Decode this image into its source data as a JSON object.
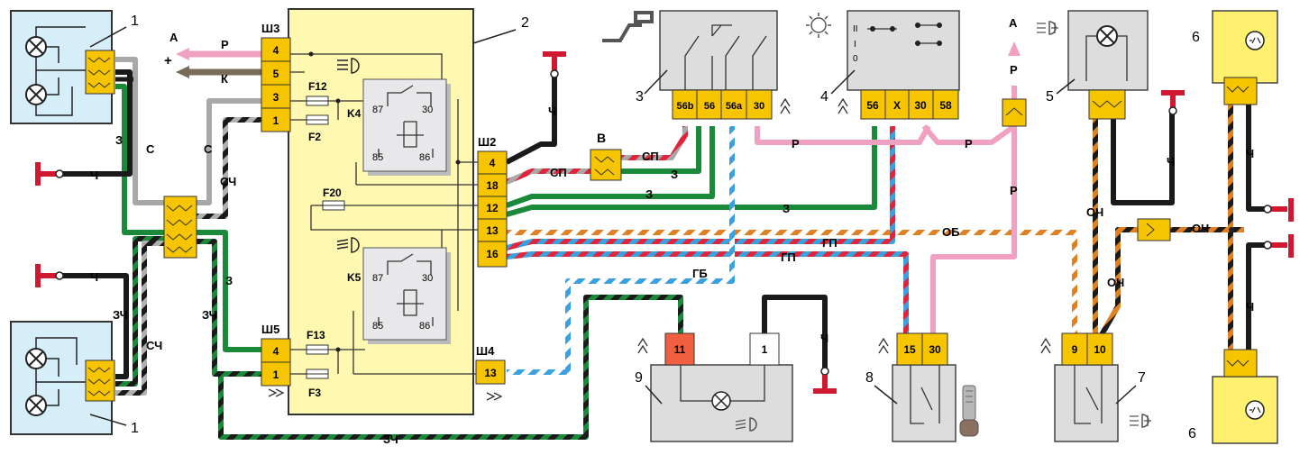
{
  "components": {
    "headlamp_block": "1",
    "relay_unit": "2",
    "light_switch": "3",
    "column_switch": "4",
    "foglamp_front": "5",
    "foglamp_rear": "6",
    "foglamp_switch": "7",
    "ignition_switch": "8",
    "indicator_panel": "9"
  },
  "connectors": {
    "sh3": "Ш3",
    "sh2": "Ш2",
    "sh5": "Ш5",
    "sh4": "Ш4"
  },
  "pins": {
    "sh3": [
      "4",
      "5",
      "3",
      "1"
    ],
    "sh2": [
      "4",
      "18",
      "12",
      "13",
      "16"
    ],
    "sh5": [
      "4",
      "1"
    ],
    "sh4": [
      "13"
    ],
    "c3": [
      "56b",
      "56",
      "56a",
      "30"
    ],
    "c4": [
      "56",
      "X",
      "30",
      "58"
    ],
    "c8": [
      "15",
      "30"
    ],
    "c7": [
      "9",
      "10"
    ],
    "c9a": "11",
    "c9b": "1"
  },
  "relays": {
    "k4": {
      "name": "K4",
      "p87": "87",
      "p30": "30",
      "p85": "85",
      "p86": "86"
    },
    "k5": {
      "name": "K5",
      "p87": "87",
      "p30": "30",
      "p85": "85",
      "p86": "86"
    }
  },
  "fuses": {
    "f12": "F12",
    "f2": "F2",
    "f20": "F20",
    "f13": "F13",
    "f3": "F3"
  },
  "switch4_positions": [
    "II",
    "I",
    "0"
  ],
  "arrows": {
    "a": "A",
    "plus": "+",
    "b": "B"
  },
  "wires": {
    "r": "Р",
    "k": "К",
    "ch": "Ч",
    "z": "З",
    "s": "С",
    "sch": "СЧ",
    "zch": "ЗЧ",
    "sp": "СП",
    "ob": "ОБ",
    "gp": "ГП",
    "gb": "ГБ",
    "och": "ОЧ"
  },
  "colors": {
    "panel": "#fff8b0",
    "connector": "#f7c400",
    "lamp_bg": "#d6eef8",
    "switch_bg": "#dddddd",
    "red": "#e0243c",
    "pink": "#f0a0c0",
    "green": "#1a8a3a",
    "blue": "#3aa0e0",
    "orange": "#e08020",
    "brown": "#7a6a5a",
    "gray": "#a8a8a8",
    "black": "#1a1a1a",
    "terminal_red": "#d01830",
    "fog_yellow": "#fff070",
    "pin11": "#f06040"
  }
}
